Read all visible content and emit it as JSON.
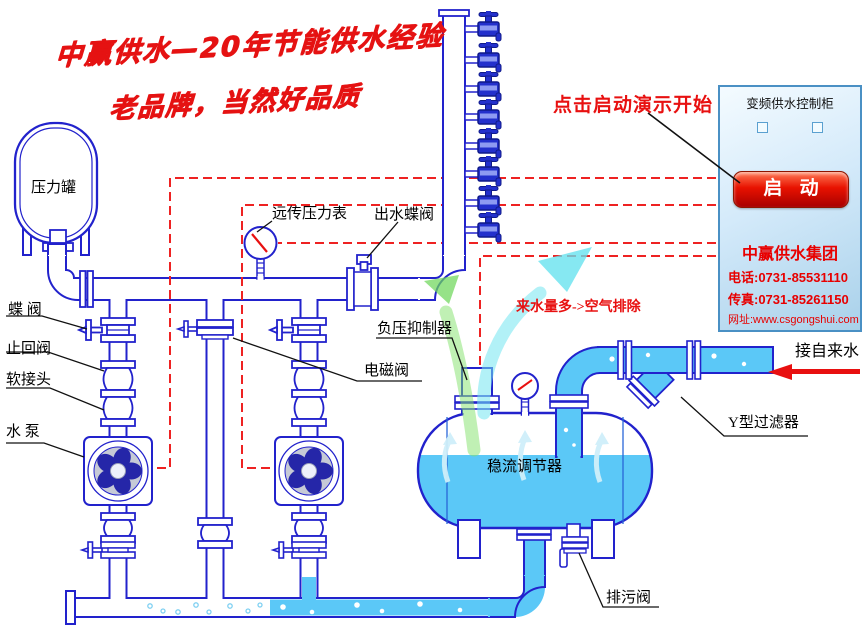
{
  "slogan": {
    "line1": "中赢供水—20年节能供水经验",
    "line2": "老品牌，当然好品质"
  },
  "demo": {
    "hint": "点击启动演示开始"
  },
  "cabinet": {
    "title": "变频供水控制柜",
    "start": "启 动",
    "company": "中赢供水集团",
    "phone": "电话:0731-85531110",
    "fax": "传真:0731-85261150",
    "site": "网址:www.csgongshui.com"
  },
  "labels": {
    "pressure_tank": "压力罐",
    "butterfly_valve": "蝶 阀",
    "check_valve": "止回阀",
    "soft_joint": "软接头",
    "pump": "水 泵",
    "remote_gauge": "远传压力表",
    "outlet_valve": "出水蝶阀",
    "solenoid_valve": "电磁阀",
    "neg_pressure": "负压抑制器",
    "air_note": "来水量多->空气排除",
    "flow_regulator": "稳流调节器",
    "tap_water": "接自来水",
    "y_filter": "Y型过滤器",
    "drain_valve": "排污阀"
  },
  "colors": {
    "pipe_outline": "#2222cc",
    "water": "#5bc8f7",
    "signal_wire": "#ee2222",
    "accent_red": "#e81010",
    "cabinet_border": "#4a90c4"
  }
}
